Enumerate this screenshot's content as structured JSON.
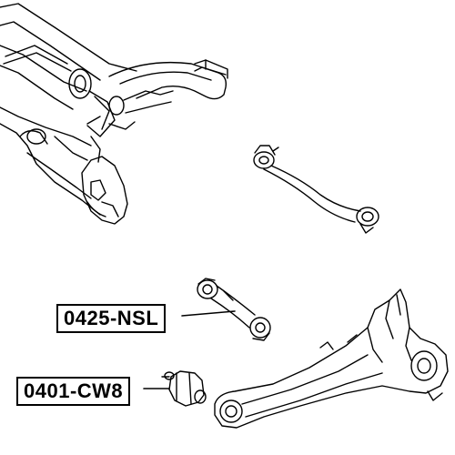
{
  "parts": [
    {
      "id": "nsl",
      "label": "0425-NSL"
    },
    {
      "id": "cw8",
      "label": "0401-CW8"
    }
  ],
  "colors": {
    "line": "#000000",
    "background": "#ffffff"
  }
}
